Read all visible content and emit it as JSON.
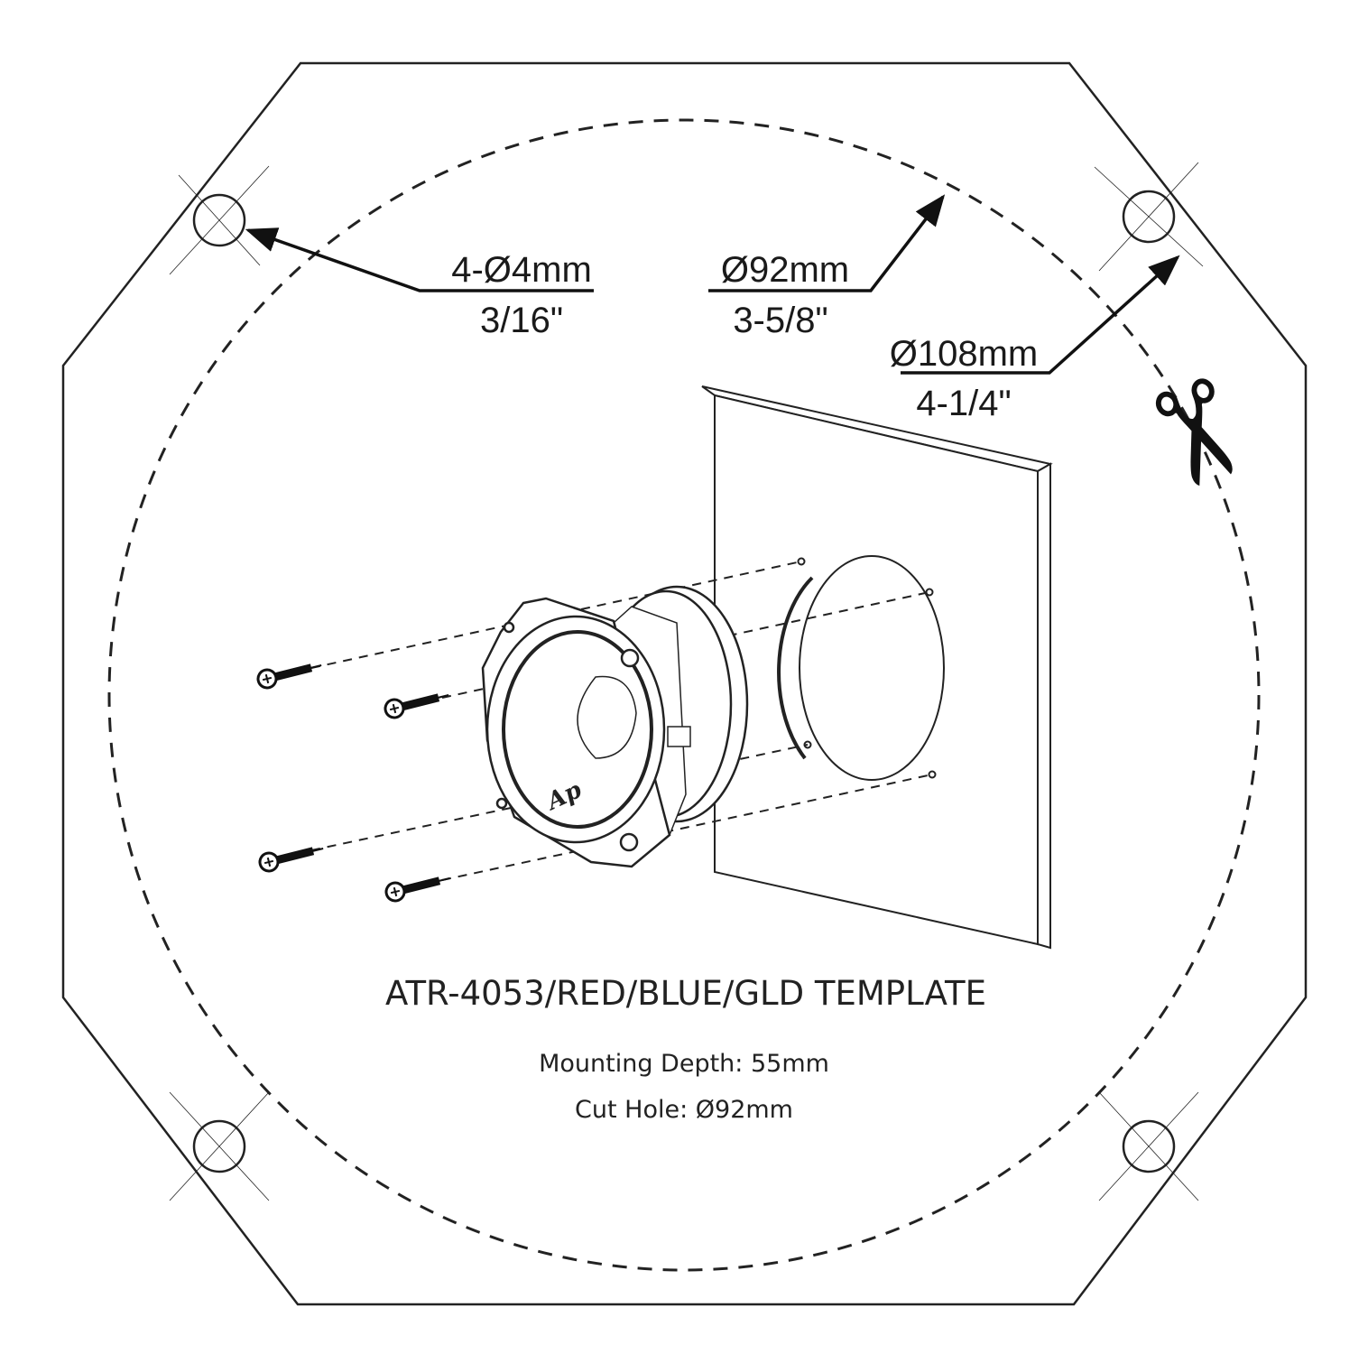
{
  "callouts": {
    "hole": {
      "metric": "4-Ø4mm",
      "imperial": "3/16\""
    },
    "cutout": {
      "metric": "Ø92mm",
      "imperial": "3-5/8\""
    },
    "outer": {
      "metric": "Ø108mm",
      "imperial": "4-1/4\""
    }
  },
  "tweeter_logo": "Ap",
  "title": "ATR-4053/RED/BLUE/GLD TEMPLATE",
  "specs": {
    "mounting_depth": "Mounting Depth: 55mm",
    "cut_hole": "Cut  Hole: Ø92mm"
  },
  "icons": [
    "scissors-icon",
    "screw-icon",
    "mounting-hole-icon"
  ]
}
